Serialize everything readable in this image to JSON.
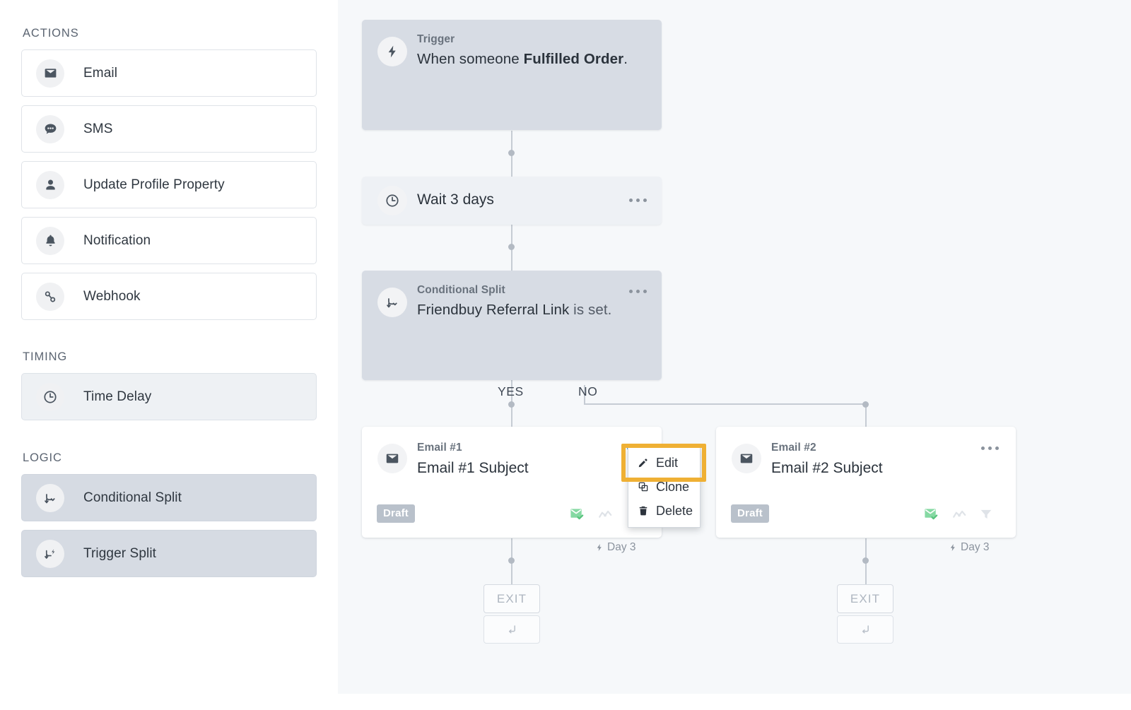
{
  "sidebar": {
    "sections": [
      {
        "title": "ACTIONS",
        "items": [
          {
            "label": "Email",
            "icon": "envelope-icon",
            "style": "white"
          },
          {
            "label": "SMS",
            "icon": "chat-bubble-icon",
            "style": "white"
          },
          {
            "label": "Update Profile Property",
            "icon": "person-icon",
            "style": "white"
          },
          {
            "label": "Notification",
            "icon": "bell-icon",
            "style": "white"
          },
          {
            "label": "Webhook",
            "icon": "webhook-icon",
            "style": "white"
          }
        ]
      },
      {
        "title": "TIMING",
        "items": [
          {
            "label": "Time Delay",
            "icon": "clock-icon",
            "style": "shade-light"
          }
        ]
      },
      {
        "title": "LOGIC",
        "items": [
          {
            "label": "Conditional Split",
            "icon": "conditional-split-icon",
            "style": "shade-dark"
          },
          {
            "label": "Trigger Split",
            "icon": "trigger-split-icon",
            "style": "shade-dark"
          }
        ]
      }
    ]
  },
  "flow": {
    "trigger": {
      "kicker": "Trigger",
      "title_prefix": "When someone ",
      "title_strong": "Fulfilled Order",
      "title_suffix": ".",
      "icon": "lightning-bolt-icon"
    },
    "wait": {
      "title": "Wait 3 days",
      "icon": "clock-icon",
      "menu_icon": "ellipsis-icon"
    },
    "split": {
      "kicker": "Conditional Split",
      "title_strong": "Friendbuy Referral Link",
      "title_suffix": " is set.",
      "icon": "conditional-split-icon",
      "menu_icon": "ellipsis-icon",
      "branch_yes": "YES",
      "branch_no": "NO"
    },
    "email1": {
      "kicker": "Email #1",
      "title": "Email #1 Subject",
      "badge": "Draft",
      "icon": "envelope-icon",
      "menu_icon": "ellipsis-icon",
      "day_label": "Day 3",
      "status_icons": [
        "email-sent-check-icon",
        "smart-sending-icon"
      ]
    },
    "email2": {
      "kicker": "Email #2",
      "title": "Email #2 Subject",
      "badge": "Draft",
      "icon": "envelope-icon",
      "menu_icon": "ellipsis-icon",
      "day_label": "Day 3",
      "status_icons": [
        "email-sent-check-icon",
        "smart-sending-icon",
        "filter-icon"
      ]
    },
    "exit_left": {
      "label": "EXIT",
      "sub_icon": "return-arrow-icon"
    },
    "exit_right": {
      "label": "EXIT",
      "sub_icon": "return-arrow-icon"
    }
  },
  "context_menu": {
    "items": [
      {
        "label": "Edit",
        "icon": "pencil-icon",
        "highlighted": true
      },
      {
        "label": "Clone",
        "icon": "copy-icon",
        "highlighted": false
      },
      {
        "label": "Delete",
        "icon": "trash-icon",
        "highlighted": false
      }
    ]
  },
  "colors": {
    "highlight": "#efb034",
    "active_dots": "#3d9ae8",
    "node_grey": "#d7dce4",
    "node_pale": "#eef1f5",
    "canvas_bg": "#f6f8fa",
    "badge": "#b9c1cb",
    "status_green": "#86d9a3"
  }
}
